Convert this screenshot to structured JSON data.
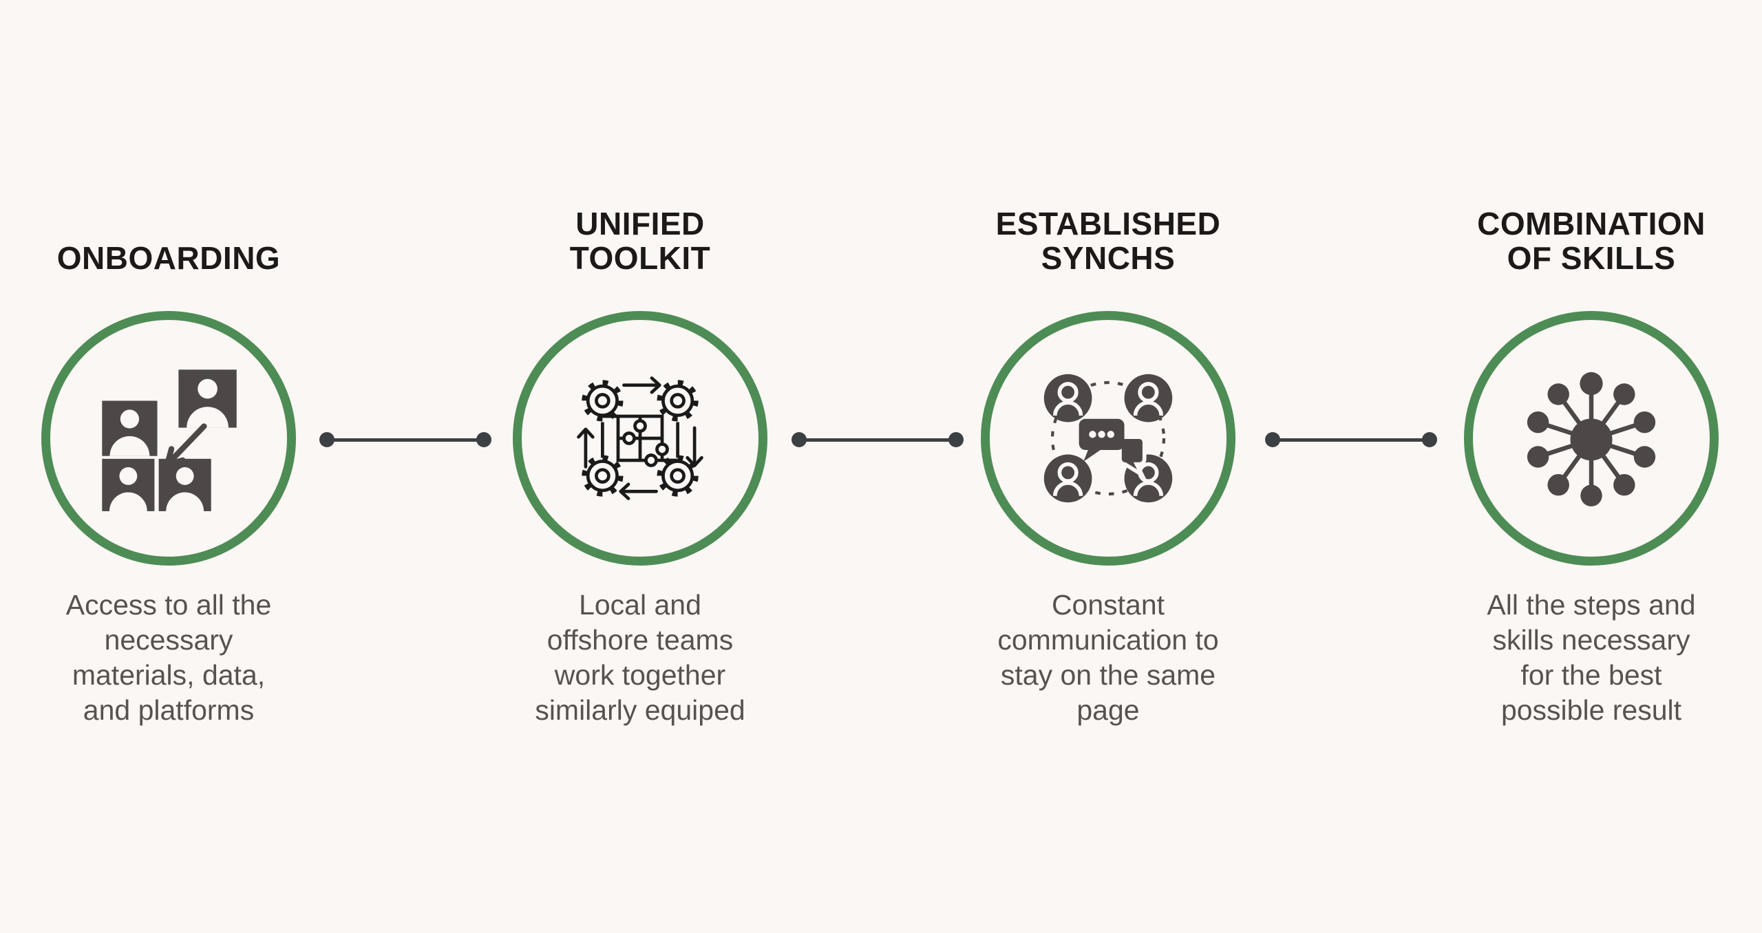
{
  "page": {
    "background": "#fbf7f4",
    "type": "process-infographic",
    "step_count": 4
  },
  "colors": {
    "accent_green": "#4e8c55",
    "icon_dark": "#4d4748",
    "icon_outline_black": "#1a1a1a",
    "connector_dark": "#3d4043",
    "title_text": "#1c1918",
    "body_text": "#57524f"
  },
  "steps": [
    {
      "title": "ONBOARDING",
      "description": "Access to all the\nnecessary\nmaterials, data,\nand platforms",
      "icon": "team-onboarding-photos-icon"
    },
    {
      "title": "UNIFIED\nTOOLKIT",
      "description": "Local and\noffshore teams\nwork together\nsimilarly equiped",
      "icon": "gears-puzzle-cycle-icon"
    },
    {
      "title": "ESTABLISHED\nSYNCHS",
      "description": "Constant\ncommunication to\nstay on the same\npage",
      "icon": "team-chat-sync-icon"
    },
    {
      "title": "COMBINATION\nOF SKILLS",
      "description": "All the steps and\nskills necessary\nfor the best\npossible result",
      "icon": "skills-network-hub-icon"
    }
  ]
}
